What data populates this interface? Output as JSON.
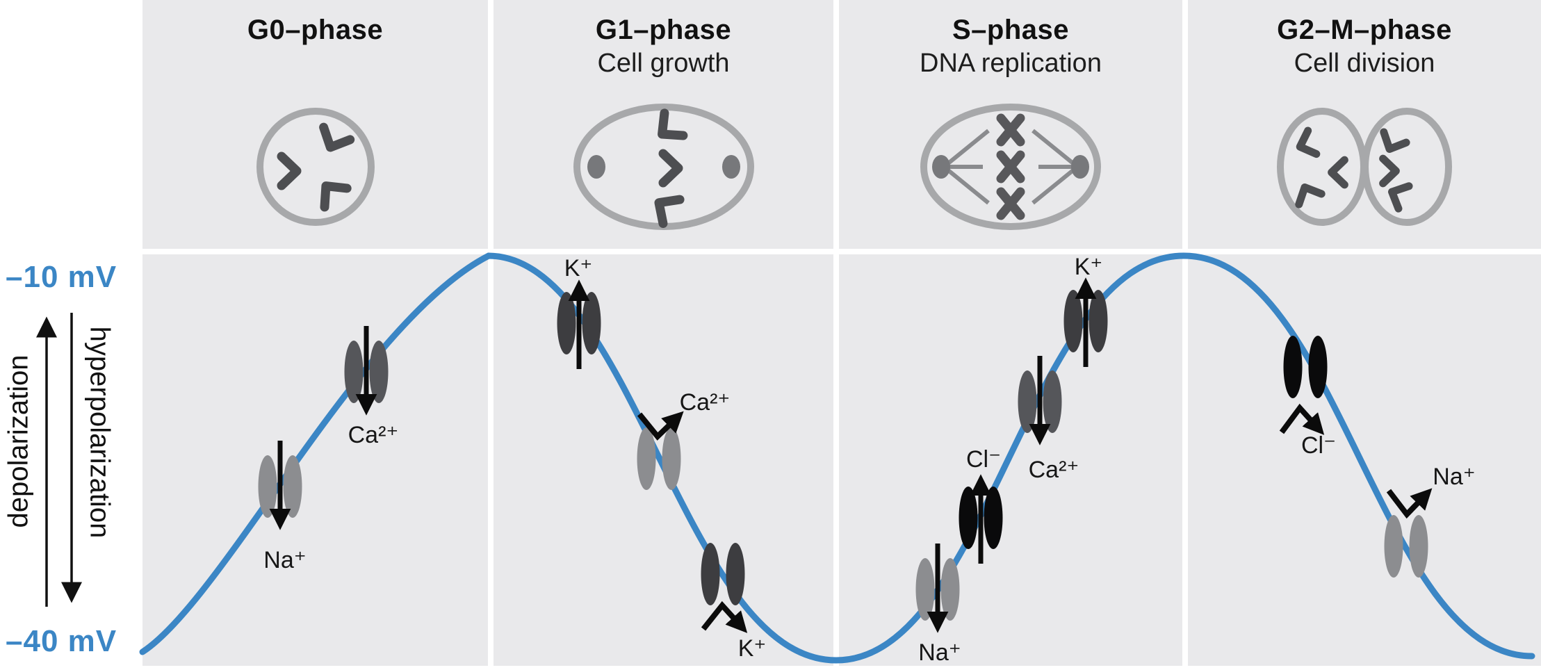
{
  "palette": {
    "background": "#ffffff",
    "panel_gray": "#E9E9EB",
    "wave_blue": "#3B86C5",
    "axis_label_blue": "#3B86C5",
    "text_black": "#111111",
    "cell_outline_gray": "#A7A8AA",
    "chromosome_gray": "#4D4E51",
    "centrosome_gray": "#77787B",
    "channel_light_gray": "#8C8D90",
    "channel_dark_gray": "#55565A",
    "channel_charcoal": "#3D3D40",
    "channel_black": "#0A0A0B"
  },
  "y_axis": {
    "top_label": "–10 mV",
    "bottom_label": "–40 mV",
    "up_arrow_label": "depolarization",
    "down_arrow_label": "hyperpolarization"
  },
  "phases": [
    {
      "title": "G0–phase",
      "subtitle": "",
      "icon": "quiescent-cell"
    },
    {
      "title": "G1–phase",
      "subtitle": "Cell growth",
      "icon": "growing-cell-with-centrosomes"
    },
    {
      "title": "S–phase",
      "subtitle": "DNA replication",
      "icon": "spindle-cell-with-chromosomes"
    },
    {
      "title": "G2–M–phase",
      "subtitle": "Cell division",
      "icon": "dividing-cells"
    }
  ],
  "channels": [
    {
      "id": "g0-na",
      "phase": "G0",
      "ion": "Na⁺",
      "style": "light",
      "flow": "influx"
    },
    {
      "id": "g0-ca",
      "phase": "G0",
      "ion": "Ca²⁺",
      "style": "slate",
      "flow": "influx"
    },
    {
      "id": "g1-k",
      "phase": "G1",
      "ion": "K⁺",
      "style": "charcoal",
      "flow": "efflux"
    },
    {
      "id": "g1-ca",
      "phase": "G1",
      "ion": "Ca²⁺",
      "style": "light",
      "flow": "deflected"
    },
    {
      "id": "g1-k2",
      "phase": "G1",
      "ion": "K⁺",
      "style": "charcoal",
      "flow": "deflected"
    },
    {
      "id": "s-na",
      "phase": "S",
      "ion": "Na⁺",
      "style": "light",
      "flow": "influx"
    },
    {
      "id": "s-cl",
      "phase": "S",
      "ion": "Cl⁻",
      "style": "black",
      "flow": "efflux"
    },
    {
      "id": "s-ca",
      "phase": "S",
      "ion": "Ca²⁺",
      "style": "slate",
      "flow": "influx"
    },
    {
      "id": "s-k",
      "phase": "S",
      "ion": "K⁺",
      "style": "charcoal",
      "flow": "efflux"
    },
    {
      "id": "g2m-cl",
      "phase": "G2-M",
      "ion": "Cl⁻",
      "style": "black",
      "flow": "deflected"
    },
    {
      "id": "g2m-na",
      "phase": "G2-M",
      "ion": "Na⁺",
      "style": "light",
      "flow": "deflected"
    }
  ],
  "wave": {
    "peak_potential_mV": -10,
    "trough_potential_mV": -40,
    "peaks_at_phase_boundaries": [
      "G0/G1",
      "S/G2-M"
    ],
    "trough_at_phase_boundary": "G1/S"
  }
}
